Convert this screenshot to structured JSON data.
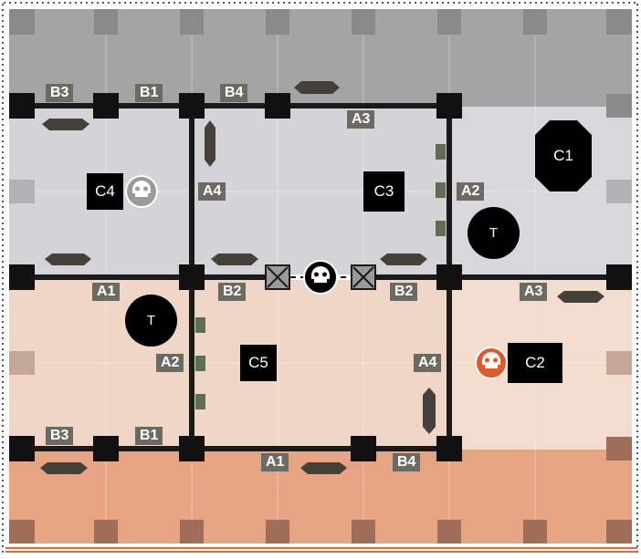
{
  "board": {
    "lane_labels": {
      "top_b3": "B3",
      "top_b1": "B1",
      "top_b4": "B4",
      "top_a3": "A3",
      "left_a4": "A4",
      "right_a2": "A2",
      "mid_a1": "A1",
      "mid_b2_left": "B2",
      "mid_b2_right": "B2",
      "mid_a3": "A3",
      "lower_a2": "A2",
      "lower_a4": "A4",
      "bottom_b3": "B3",
      "bottom_b1": "B1",
      "bottom_a1": "A1",
      "bottom_b4": "B4"
    },
    "objectives": {
      "c1": "C1",
      "c2": "C2",
      "c3": "C3",
      "c4": "C4",
      "c5": "C5"
    },
    "tokens": {
      "t_upper": "T",
      "t_lower": "T"
    },
    "colors": {
      "top_zone": "#a4a4a4",
      "grey_zone": "#d4d4d8",
      "peach_zone": "#f0d6c6",
      "orange_zone": "#e6a482",
      "wall": "#1a1a1a",
      "label_bg": "#6b6b63",
      "skull_orange": "#e05a28",
      "green_marker": "#5f6e52"
    },
    "icons": [
      "skull-icon",
      "cross-marker-icon",
      "barricade-icon"
    ]
  }
}
